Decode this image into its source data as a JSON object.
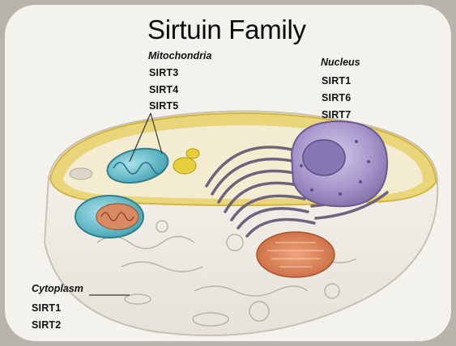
{
  "title": "Sirtuin Family",
  "compartments": {
    "mitochondria": {
      "label": "Mitochondria",
      "members": [
        "SIRT3",
        "SIRT4",
        "SIRT5"
      ]
    },
    "nucleus": {
      "label": "Nucleus",
      "members": [
        "SIRT1",
        "SIRT6",
        "SIRT7"
      ]
    },
    "cytoplasm": {
      "label": "Cytoplasm",
      "members": [
        "SIRT1",
        "SIRT2"
      ]
    }
  },
  "colors": {
    "background": "#f4f2ec",
    "cytosol": "#efe6bf",
    "membrane": "#e2c44a",
    "nucleus": "#9f8fc4",
    "mitochondria": "#4fb6c6",
    "golgi_er": "#6f627c",
    "text": "#111111"
  }
}
